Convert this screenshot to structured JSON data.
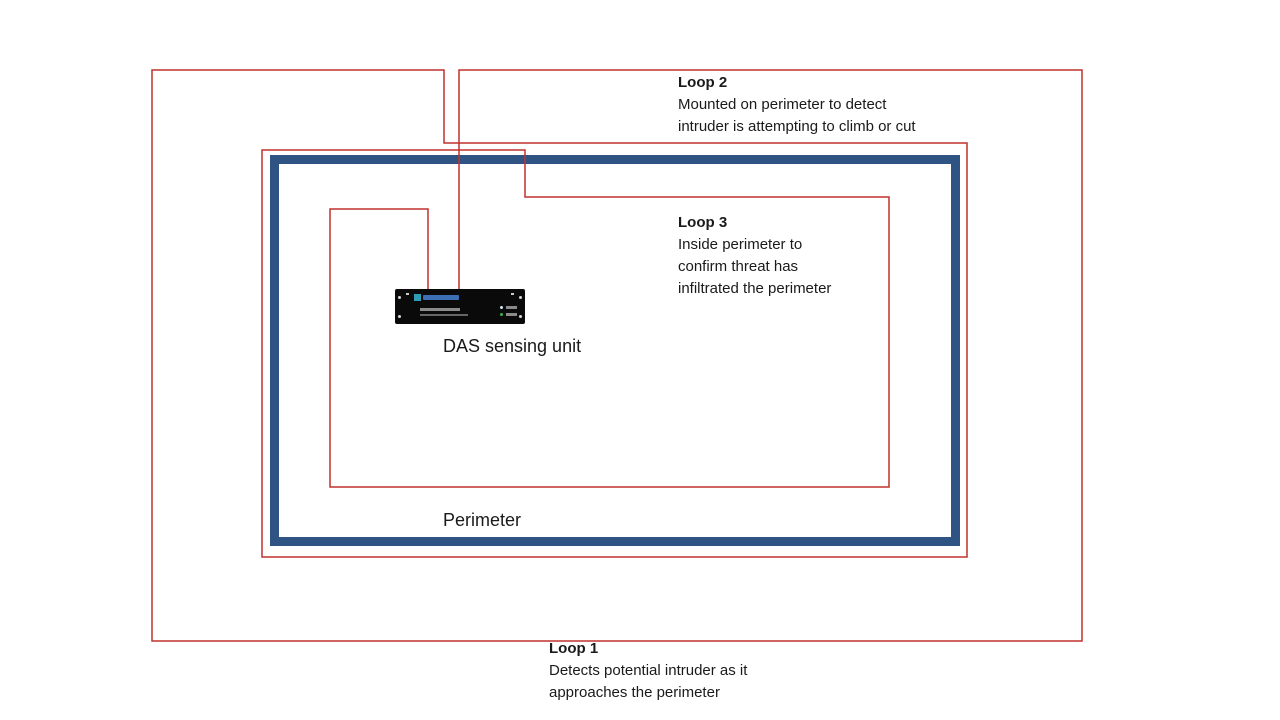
{
  "colors": {
    "fiber_red": "#c0302c",
    "perimeter_blue": "#2f5484",
    "device_black": "#0a0a0a",
    "text": "#1a1a1a",
    "background": "#ffffff"
  },
  "labels": {
    "loop1": {
      "title": "Loop 1",
      "lines": [
        "Detects potential intruder as it",
        "approaches the perimeter"
      ]
    },
    "loop2": {
      "title": "Loop 2",
      "lines": [
        "Mounted on perimeter to detect",
        "intruder is attempting to climb or cut"
      ]
    },
    "loop3": {
      "title": "Loop 3",
      "lines": [
        "Inside perimeter to",
        "confirm threat has",
        "infiltrated the perimeter"
      ]
    },
    "das_unit_label": "DAS sensing unit",
    "perimeter_label": "Perimeter"
  }
}
